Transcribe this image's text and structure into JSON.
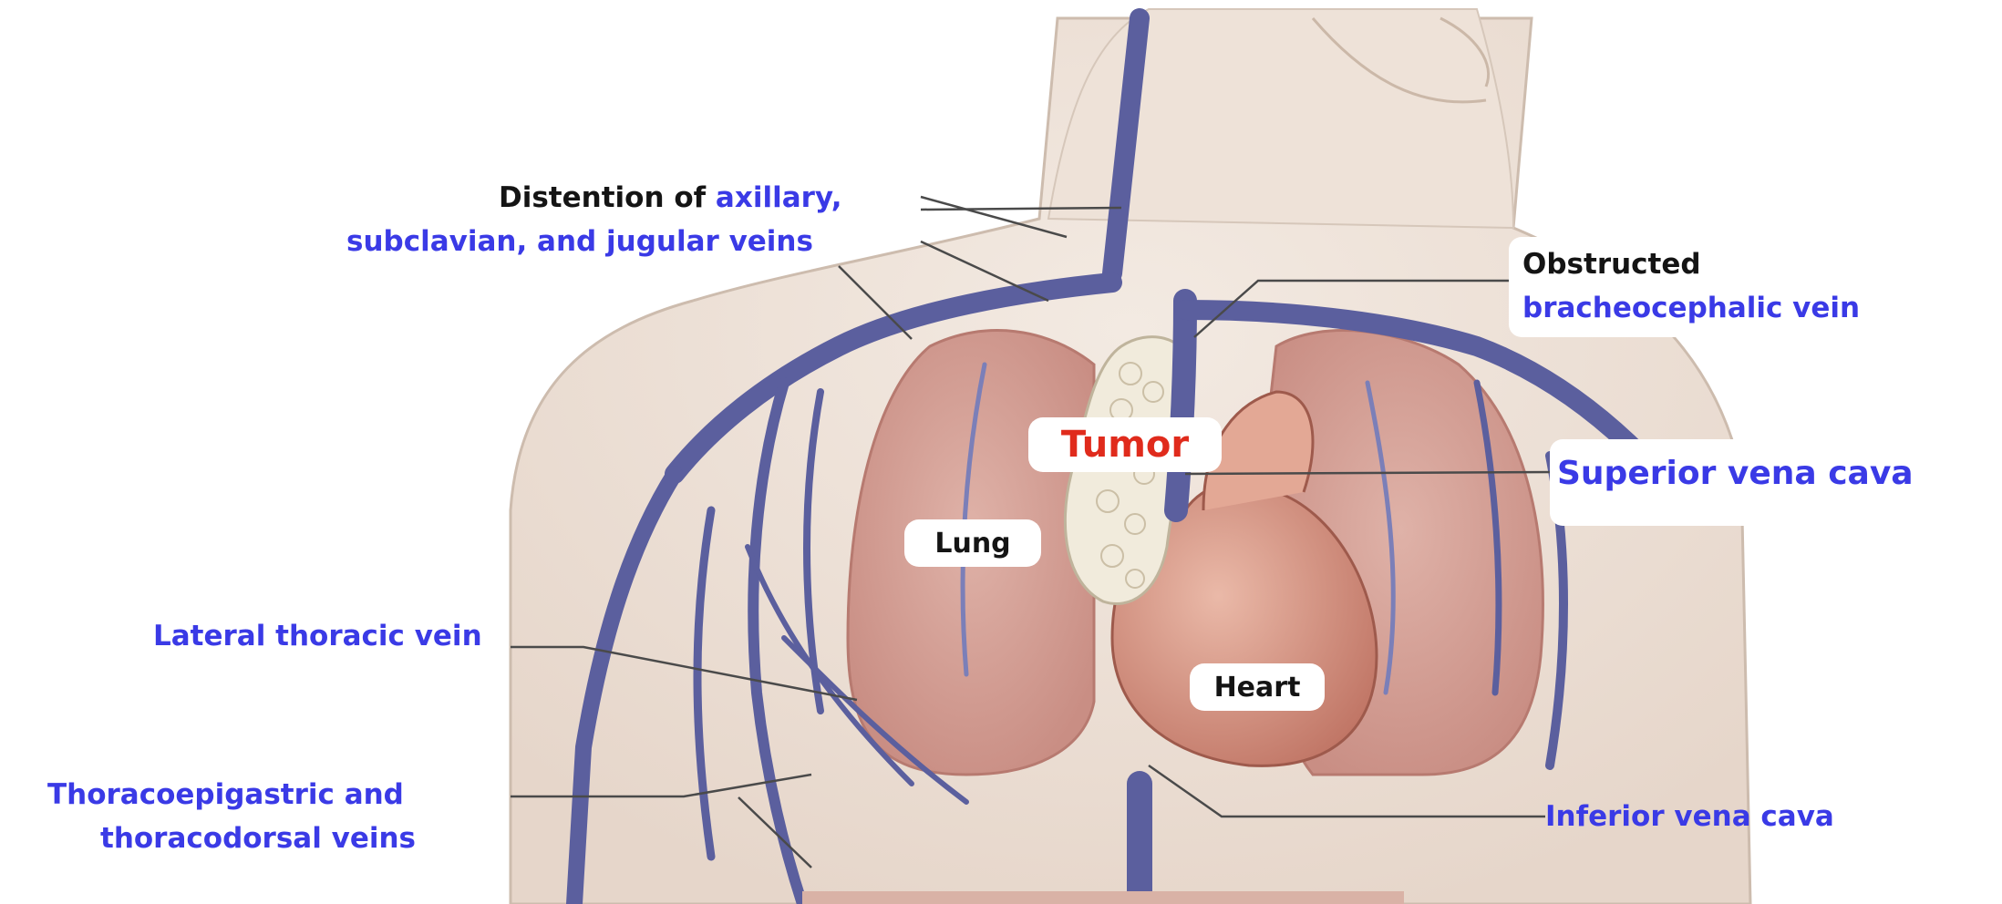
{
  "colors": {
    "label_blue": "#3a3ae6",
    "label_dark": "#141414",
    "tumor_red": "#e02b1c",
    "vein": "#5b5f9e",
    "lung": "#d9a49a",
    "skin": "#efe3d8"
  },
  "labels": {
    "distention_prefix": "Distention of ",
    "distention_blue": "axillary,",
    "distention_line2": "subclavian, and jugular veins",
    "obstructed": "Obstructed",
    "bracheocephalic": "bracheocephalic vein",
    "tumor": "Tumor",
    "superior_vena_cava": "Superior vena cava",
    "lung": "Lung",
    "lateral_thoracic": "Lateral thoracic vein",
    "heart": "Heart",
    "thoraco_line1": "Thoracoepigastric and",
    "thoraco_line2": "thoracodorsal veins",
    "inferior_vena_cava": "Inferior vena cava"
  }
}
